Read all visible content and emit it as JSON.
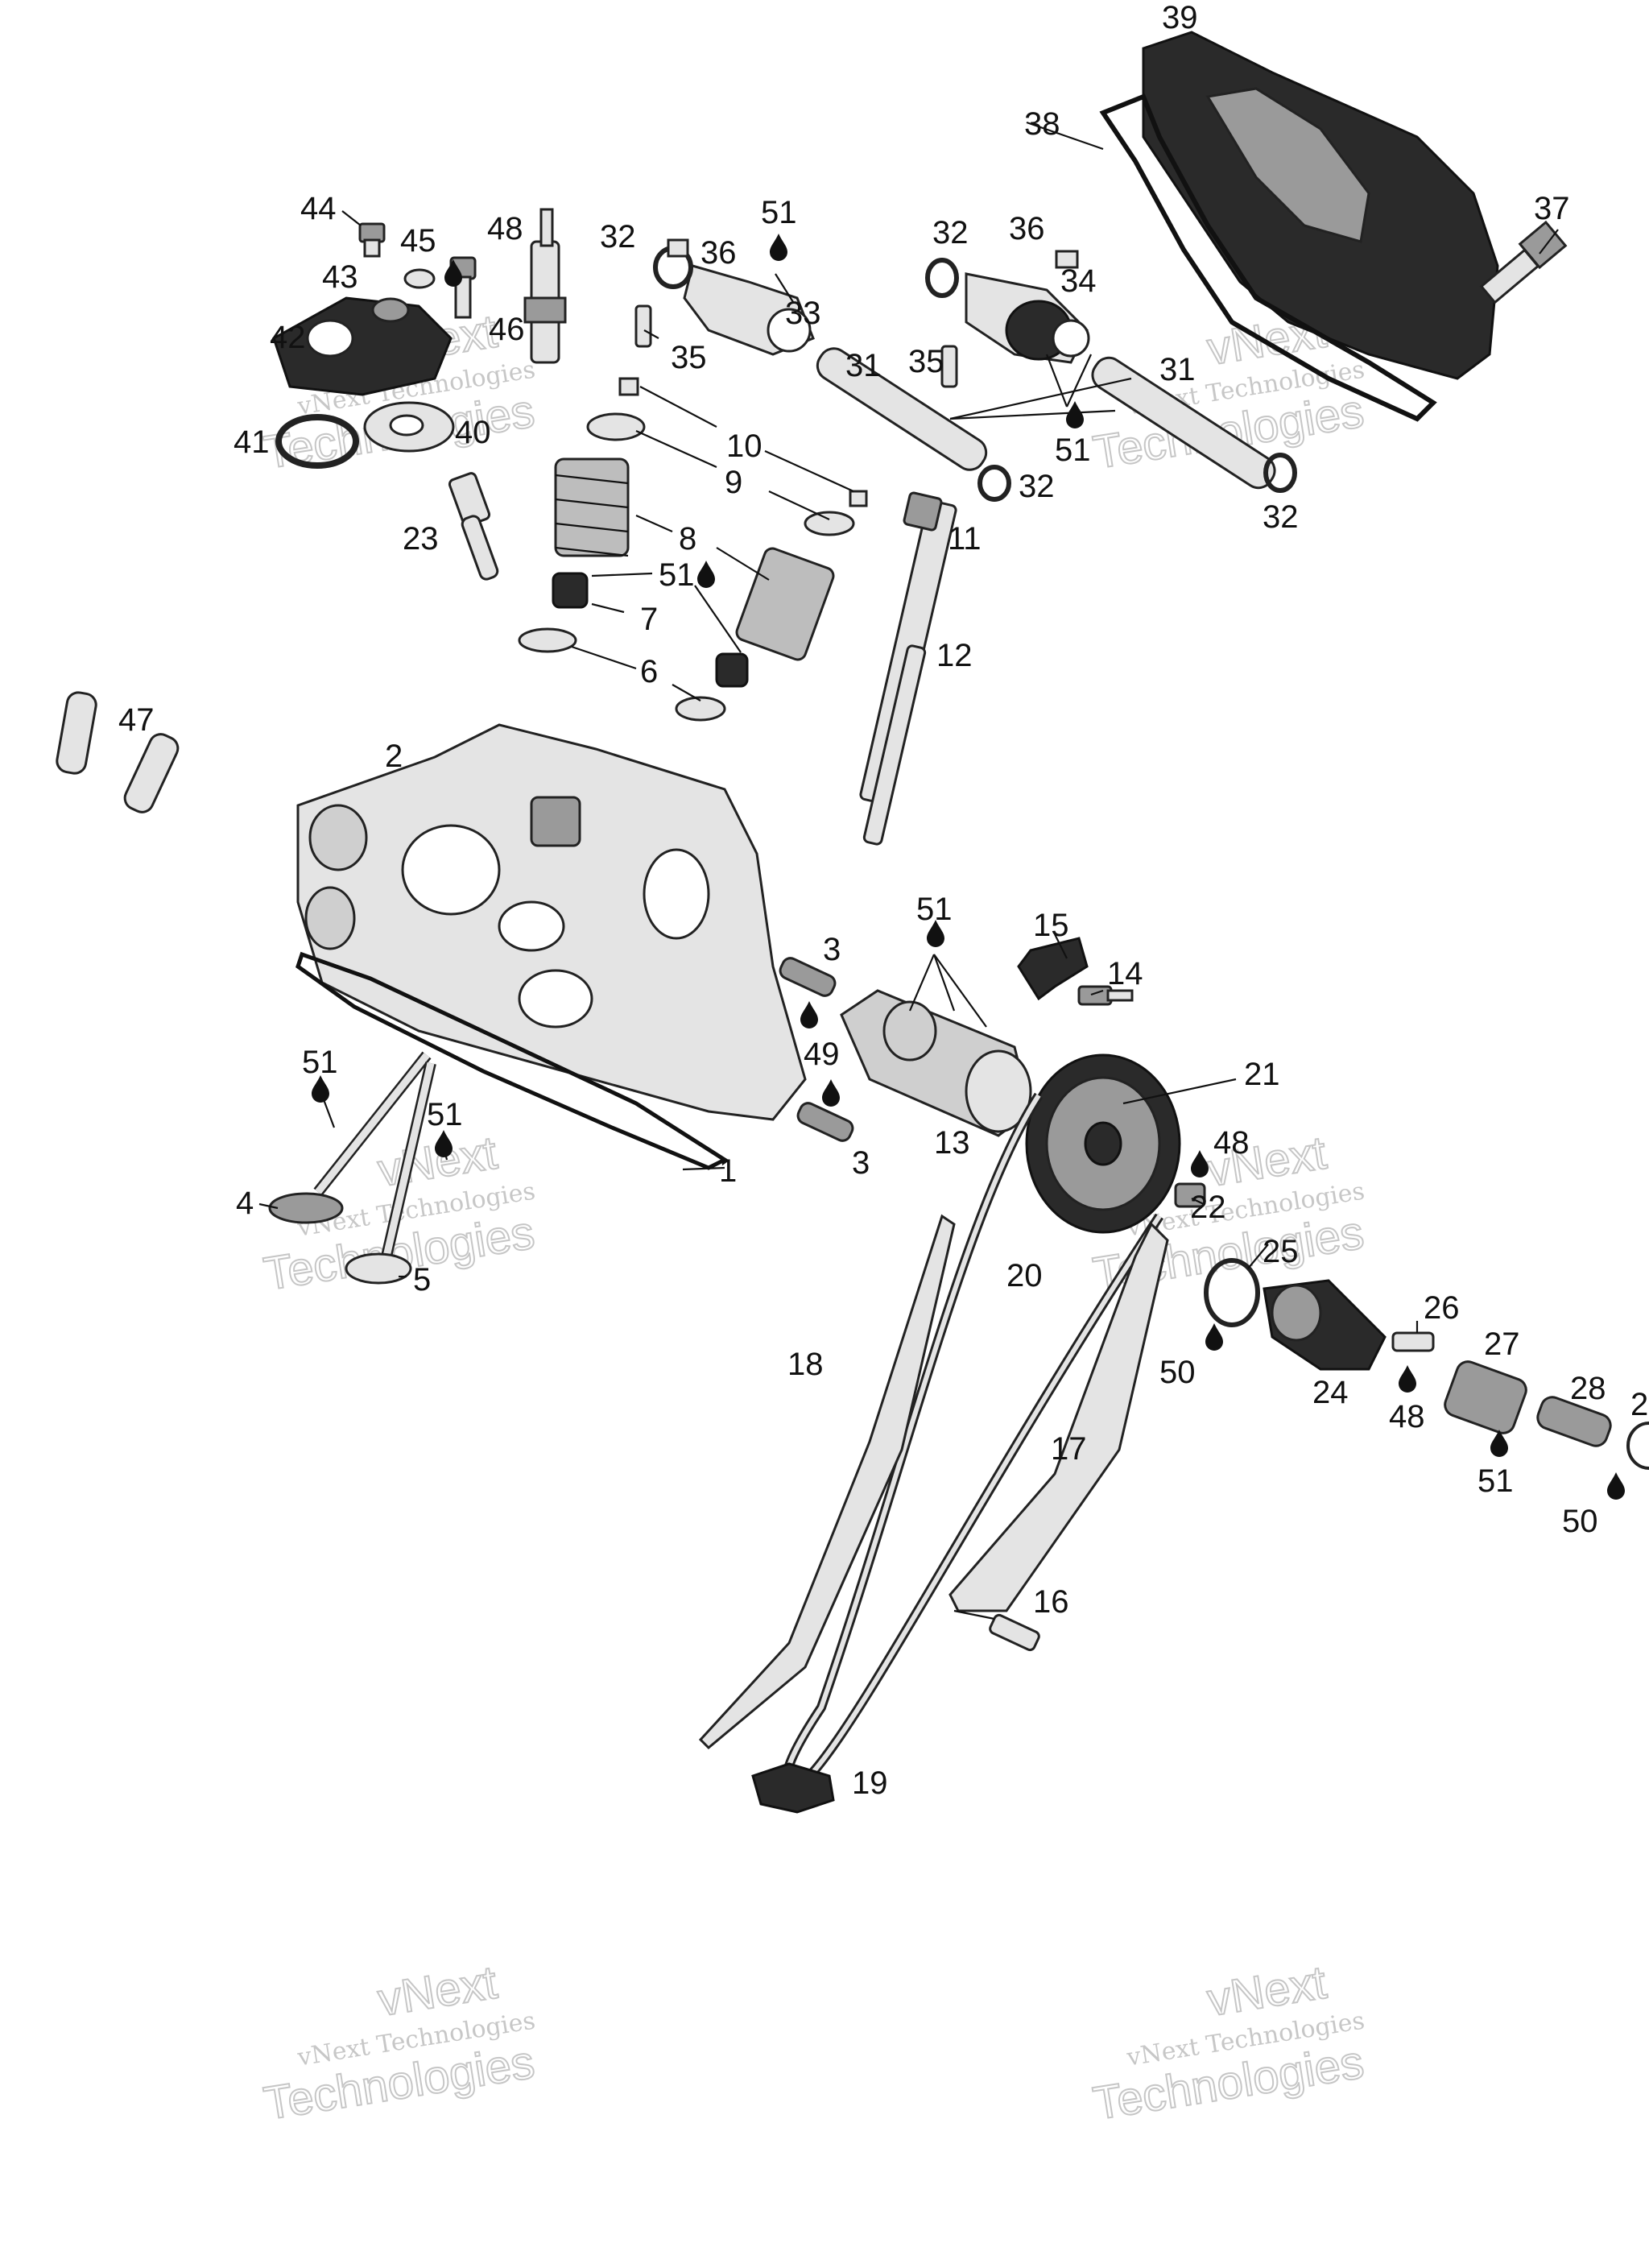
{
  "watermark": {
    "line1": "vNext",
    "line2": "vNext Technologies",
    "line3": "Technologies"
  },
  "callouts": [
    {
      "id": "c39",
      "text": "39"
    },
    {
      "id": "c38",
      "text": "38"
    },
    {
      "id": "c37",
      "text": "37"
    },
    {
      "id": "c44",
      "text": "44"
    },
    {
      "id": "c45",
      "text": "45"
    },
    {
      "id": "c48a",
      "text": "48"
    },
    {
      "id": "c43",
      "text": "43"
    },
    {
      "id": "c46",
      "text": "46"
    },
    {
      "id": "c42",
      "text": "42"
    },
    {
      "id": "c41",
      "text": "41"
    },
    {
      "id": "c40",
      "text": "40"
    },
    {
      "id": "c32a",
      "text": "32"
    },
    {
      "id": "c36a",
      "text": "36"
    },
    {
      "id": "c51a",
      "text": "51"
    },
    {
      "id": "c33",
      "text": "33"
    },
    {
      "id": "c35a",
      "text": "35"
    },
    {
      "id": "c31a",
      "text": "31"
    },
    {
      "id": "c32b",
      "text": "32"
    },
    {
      "id": "c36b",
      "text": "36"
    },
    {
      "id": "c34",
      "text": "34"
    },
    {
      "id": "c35b",
      "text": "35"
    },
    {
      "id": "c31b",
      "text": "31"
    },
    {
      "id": "c51b",
      "text": "51"
    },
    {
      "id": "c32c",
      "text": "32"
    },
    {
      "id": "c32d",
      "text": "32"
    },
    {
      "id": "c10",
      "text": "10"
    },
    {
      "id": "c9",
      "text": "9"
    },
    {
      "id": "c11",
      "text": "11"
    },
    {
      "id": "c23",
      "text": "23"
    },
    {
      "id": "c8",
      "text": "8"
    },
    {
      "id": "c51c",
      "text": "51"
    },
    {
      "id": "c7",
      "text": "7"
    },
    {
      "id": "c6",
      "text": "6"
    },
    {
      "id": "c12",
      "text": "12"
    },
    {
      "id": "c47",
      "text": "47"
    },
    {
      "id": "c2",
      "text": "2"
    },
    {
      "id": "c51d",
      "text": "51"
    },
    {
      "id": "c15",
      "text": "15"
    },
    {
      "id": "c3a",
      "text": "3"
    },
    {
      "id": "c14",
      "text": "14"
    },
    {
      "id": "c49",
      "text": "49"
    },
    {
      "id": "c21",
      "text": "21"
    },
    {
      "id": "c13",
      "text": "13"
    },
    {
      "id": "c3b",
      "text": "3"
    },
    {
      "id": "c51e",
      "text": "51"
    },
    {
      "id": "c51f",
      "text": "51"
    },
    {
      "id": "c1",
      "text": "1"
    },
    {
      "id": "c48b",
      "text": "48"
    },
    {
      "id": "c22",
      "text": "22"
    },
    {
      "id": "c4",
      "text": "4"
    },
    {
      "id": "c5",
      "text": "5"
    },
    {
      "id": "c25",
      "text": "25"
    },
    {
      "id": "c20",
      "text": "20"
    },
    {
      "id": "c26",
      "text": "26"
    },
    {
      "id": "c18",
      "text": "18"
    },
    {
      "id": "c27",
      "text": "27"
    },
    {
      "id": "c50a",
      "text": "50"
    },
    {
      "id": "c24",
      "text": "24"
    },
    {
      "id": "c48c",
      "text": "48"
    },
    {
      "id": "c28",
      "text": "28"
    },
    {
      "id": "c29",
      "text": "2"
    },
    {
      "id": "c17",
      "text": "17"
    },
    {
      "id": "c51g",
      "text": "51"
    },
    {
      "id": "c50b",
      "text": "50"
    },
    {
      "id": "c16",
      "text": "16"
    },
    {
      "id": "c19",
      "text": "19"
    }
  ]
}
